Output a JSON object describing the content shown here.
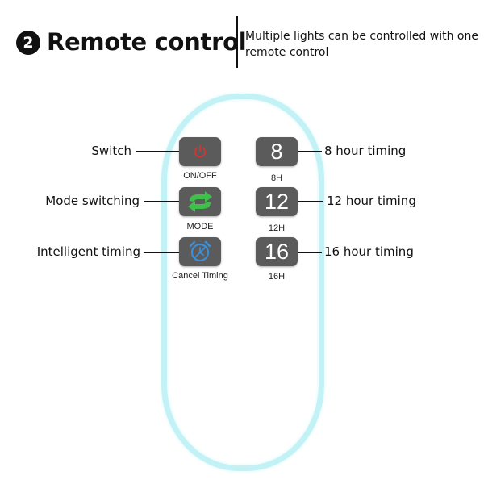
{
  "header": {
    "step_number": "2",
    "title": "Remote control",
    "subtitle": "Multiple lights can be controlled with one remote control"
  },
  "buttons": {
    "power": {
      "label": "ON/OFF",
      "callout": "Switch",
      "icon": "power-icon",
      "icon_color": "#e0322b"
    },
    "mode": {
      "label": "MODE",
      "callout": "Mode switching",
      "icon": "cycle-arrows-icon",
      "icon_color": "#3ec04a"
    },
    "cancel_timing": {
      "label": "Cancel Timing",
      "callout": "Intelligent timing",
      "icon": "alarm-clock-icon",
      "icon_color": "#3a8fd8"
    },
    "timer_8": {
      "number": "8",
      "label": "8H",
      "callout": "8 hour timing"
    },
    "timer_12": {
      "number": "12",
      "label": "12H",
      "callout": "12 hour timing"
    },
    "timer_16": {
      "number": "16",
      "label": "16H",
      "callout": "16 hour timing"
    }
  },
  "colors": {
    "remote_outline": "#c2f2f6",
    "button_face": "#5b5b5b",
    "text": "#111111"
  }
}
